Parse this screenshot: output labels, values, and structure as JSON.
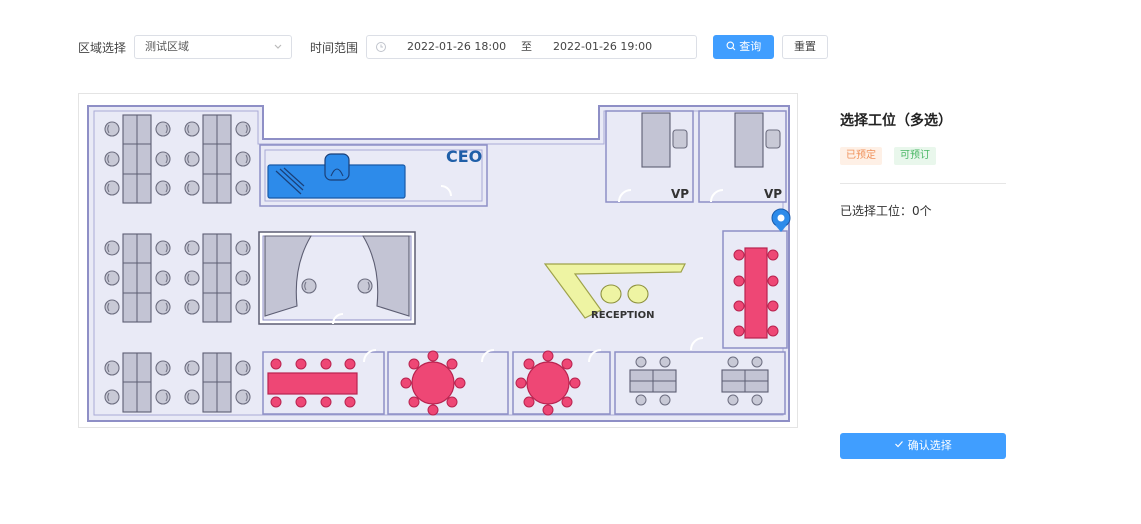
{
  "filter": {
    "area_label": "区域选择",
    "area_value": "测试区域",
    "time_label": "时间范围",
    "start_time": "2022-01-26 18:00",
    "range_separator": "至",
    "end_time": "2022-01-26 19:00",
    "query_button": "查询",
    "reset_button": "重置"
  },
  "floorplan": {
    "ceo_label": "CEO",
    "vp_label_1": "VP",
    "vp_label_2": "VP",
    "reception_label": "RECEPTION"
  },
  "panel": {
    "title": "选择工位（多选）",
    "tag_booked": "已预定",
    "tag_available": "可预订",
    "selected_label": "已选择工位：",
    "selected_count": "0个",
    "confirm_button": "确认选择"
  },
  "colors": {
    "primary": "#409eff",
    "booked_bg": "#fef0e6",
    "booked_text": "#f0925c",
    "available_bg": "#e9f7ec",
    "available_text": "#49b764",
    "ceo_desk": "#2d8bea",
    "meeting": "#ee4775",
    "reception": "#eef4a3"
  },
  "icons": {
    "query": "search-icon",
    "confirm": "check-icon",
    "time": "clock-icon",
    "dropdown": "chevron-down-icon",
    "marker": "location-pin-icon"
  }
}
